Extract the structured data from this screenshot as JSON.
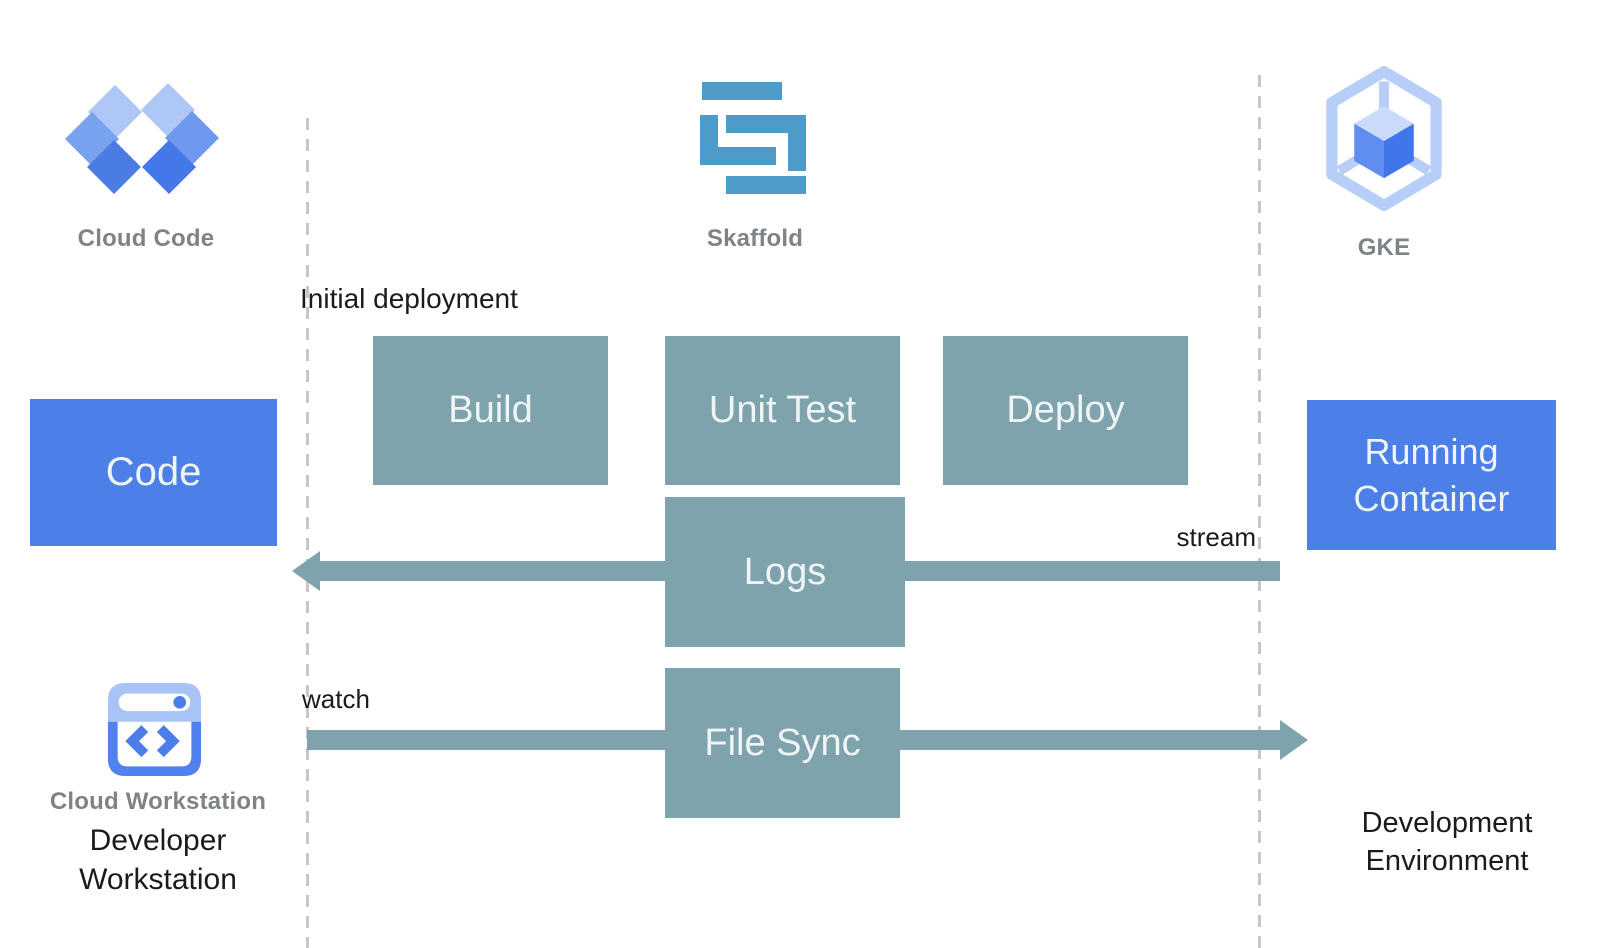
{
  "tools": {
    "cloud_code": "Cloud Code",
    "skaffold": "Skaffold",
    "gke": "GKE"
  },
  "annotations": {
    "initial_deployment": "Initial deployment",
    "stream": "stream",
    "watch": "watch"
  },
  "nodes": {
    "code": "Code",
    "build": "Build",
    "unit_test": "Unit Test",
    "deploy": "Deploy",
    "logs": "Logs",
    "file_sync": "File Sync",
    "running_container": "Running Container"
  },
  "environments": {
    "workstation_product": "Cloud Workstation",
    "left": "Developer Workstation",
    "right": "Development Environment"
  },
  "colors": {
    "process_box": "#7EA3AC",
    "entity_box": "#4C80E8",
    "skaffold_logo": "#4C9BC9",
    "cloud_code_light": "#AEC7F6",
    "cloud_code_mid": "#78A1F0",
    "cloud_code_dark": "#4A7CE4",
    "gke_outline": "#B7CEF8",
    "dashed_separator": "#C4C8CC",
    "tool_label_gray": "#7E8387",
    "text_black": "#1B1B1F"
  }
}
